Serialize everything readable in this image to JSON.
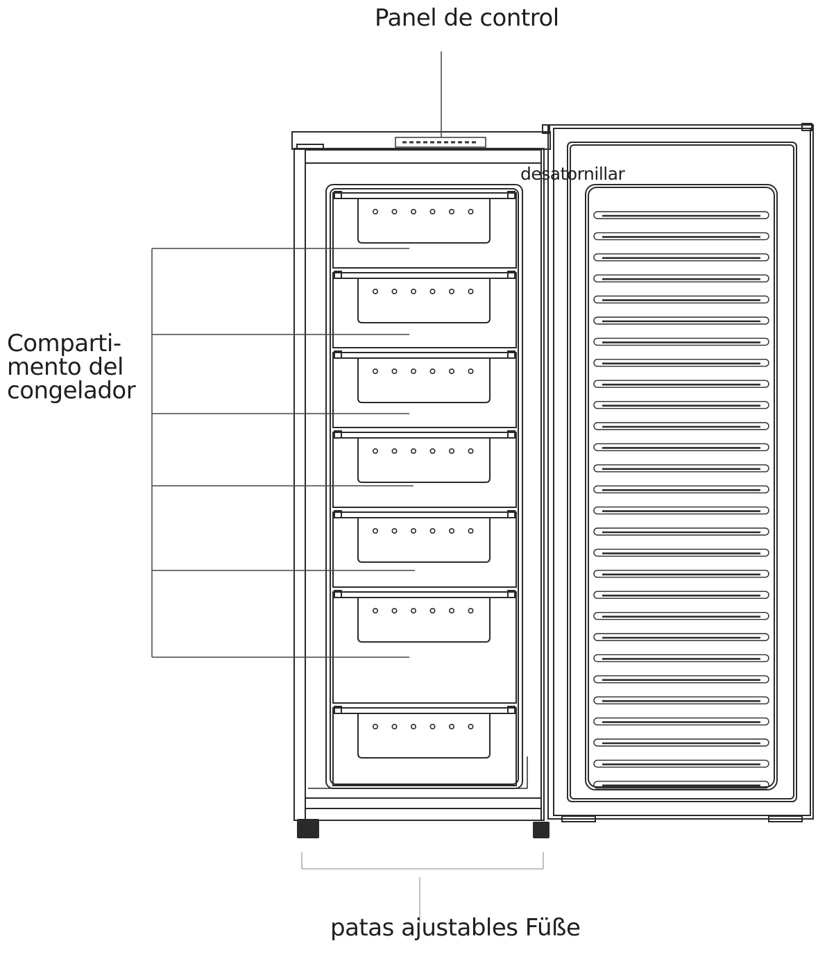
{
  "labels": {
    "control_panel": "Panel de control",
    "unscrew": "desatornillar",
    "freezer_line1": "Comparti-",
    "freezer_line2": "mento del",
    "freezer_line3": "congelador",
    "feet": "patas ajustables Füße"
  },
  "colors": {
    "line": "#2a2a2a",
    "leader": "#444444",
    "light_leader": "#aaaaaa"
  },
  "drawer_count": 7,
  "door_shelf_count": 28,
  "drawer_holes": 6
}
